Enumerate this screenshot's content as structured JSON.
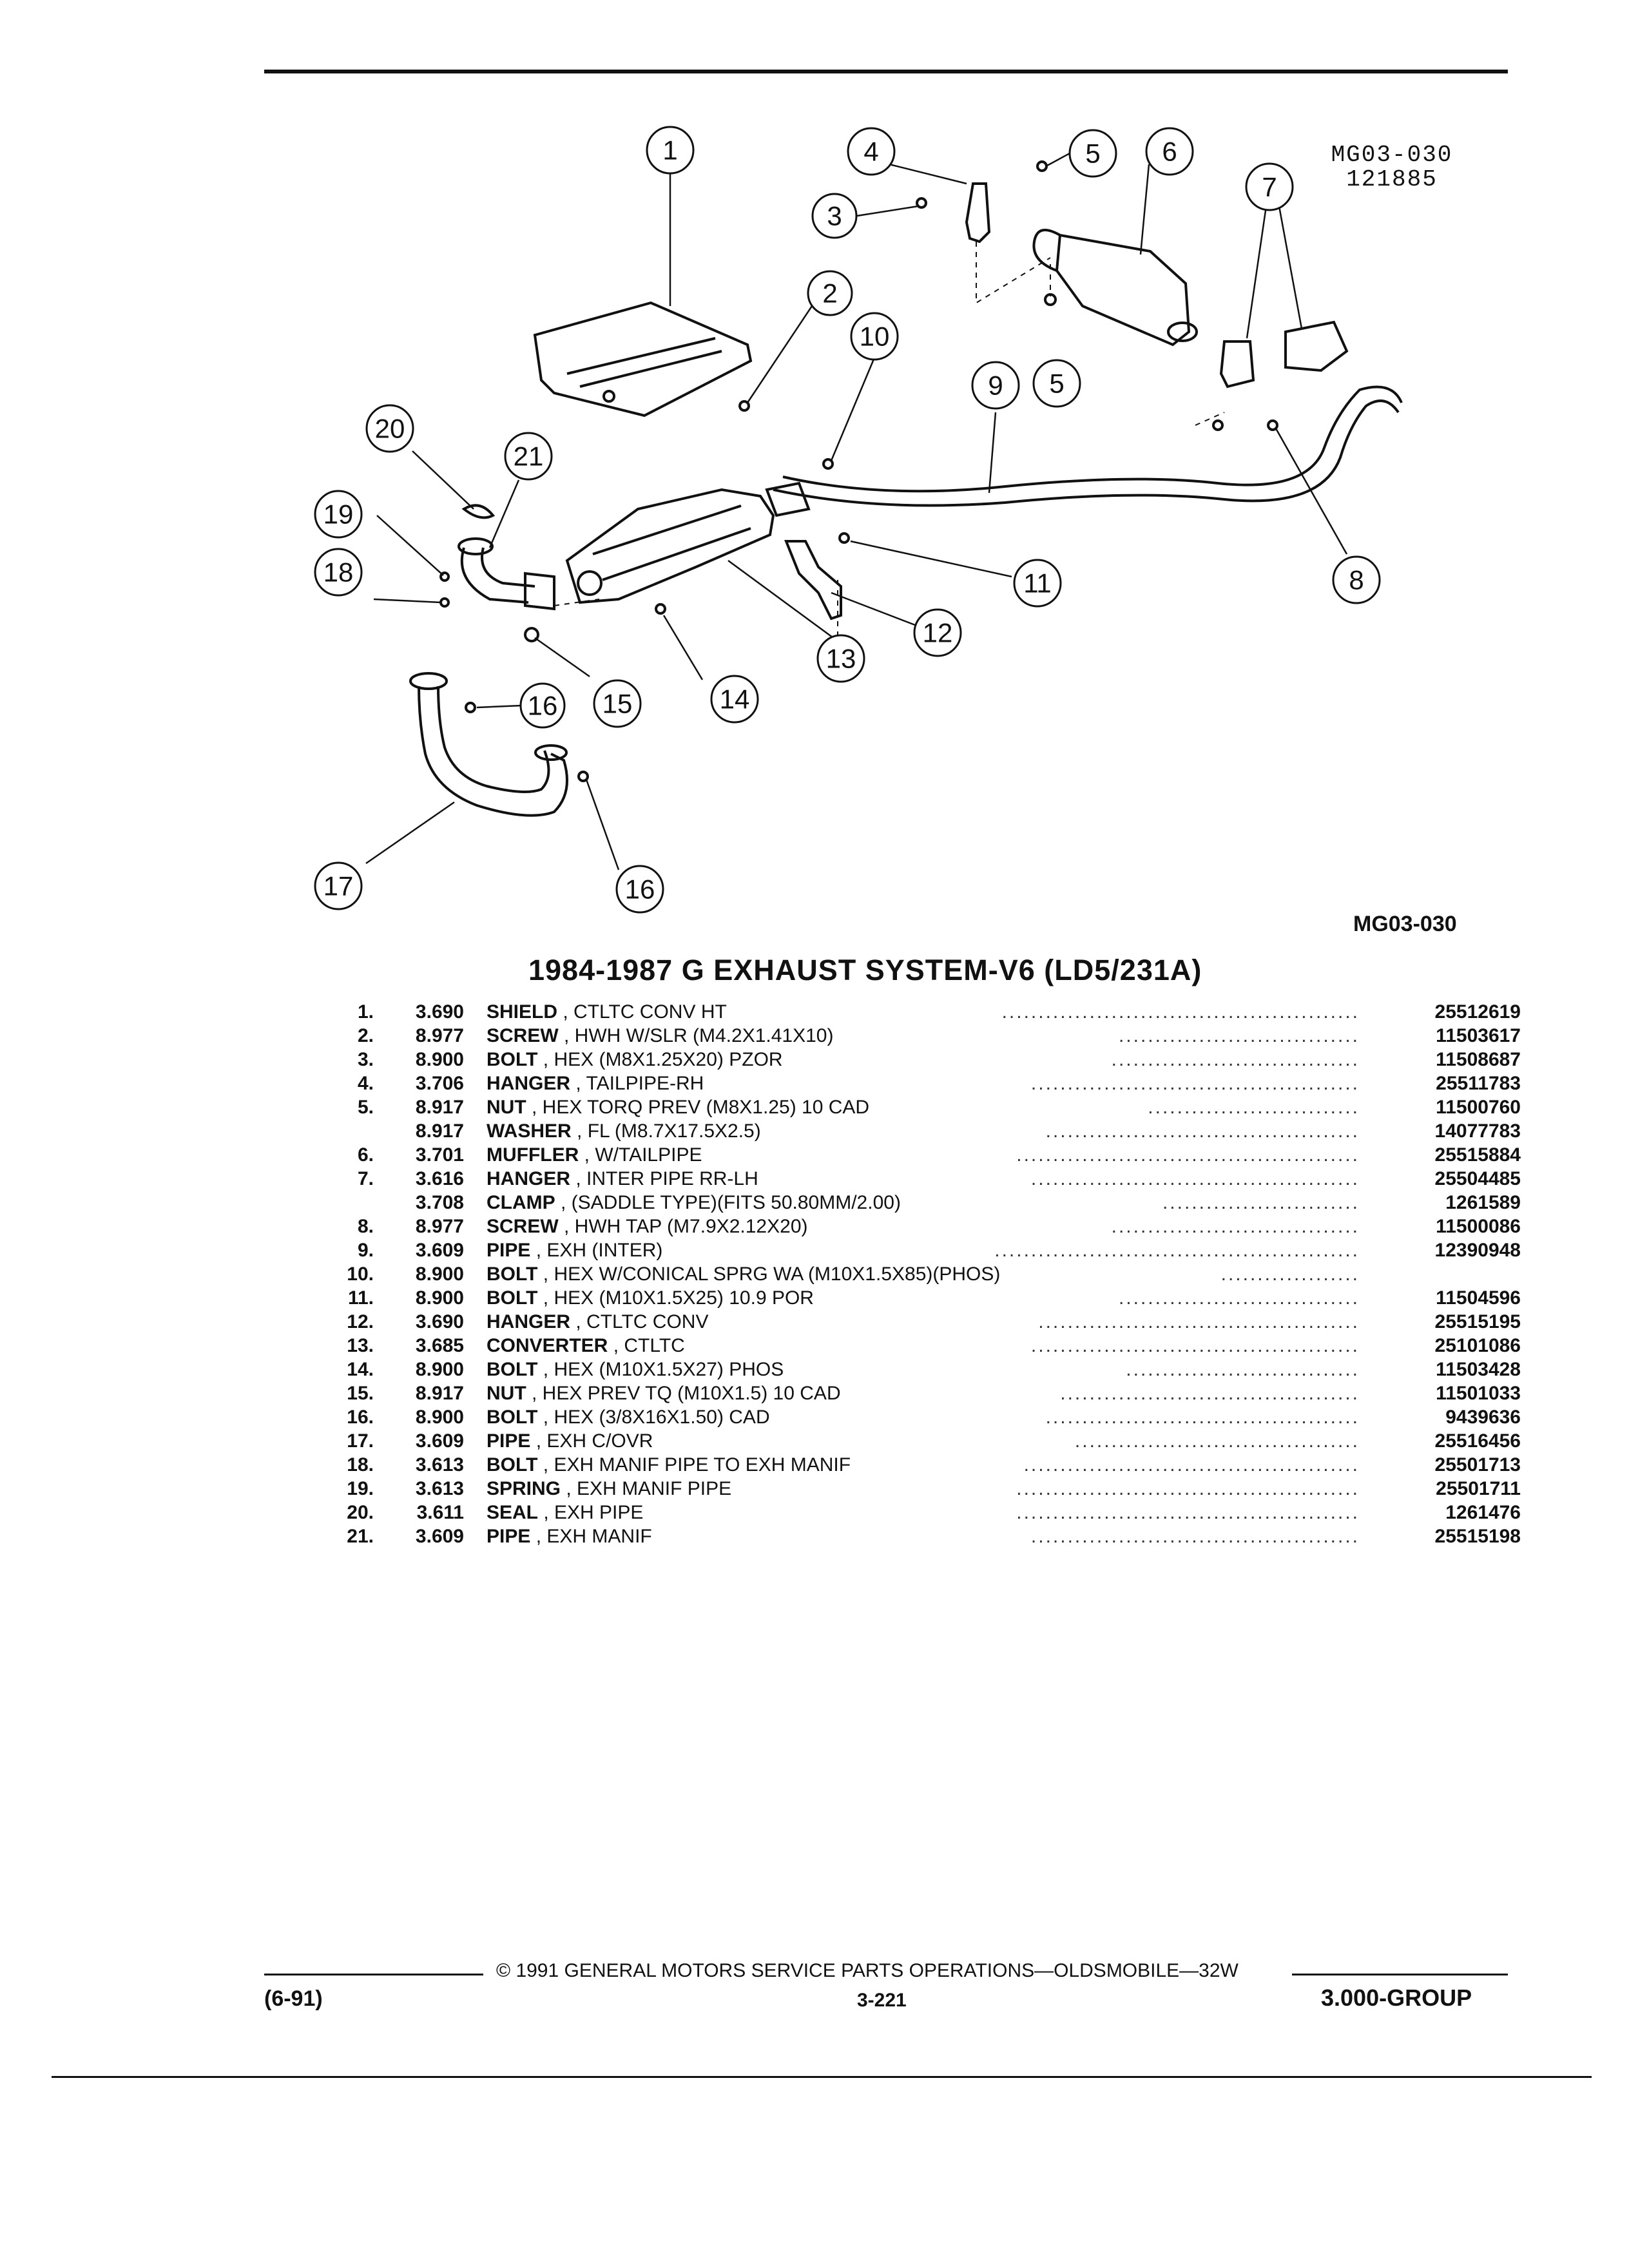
{
  "figure": {
    "code_top": "MG03-030",
    "date_code": "121885",
    "code_bottom": "MG03-030",
    "callouts": [
      "1",
      "2",
      "3",
      "4",
      "5",
      "5",
      "6",
      "7",
      "8",
      "9",
      "10",
      "11",
      "12",
      "13",
      "14",
      "15",
      "16",
      "16",
      "17",
      "18",
      "19",
      "20",
      "21"
    ]
  },
  "title": "1984-1987 G EXHAUST SYSTEM-V6 (LD5/231A)",
  "parts": [
    {
      "num": "1.",
      "group": "3.690",
      "name": "SHIELD",
      "desc": ", CTLTC CONV HT",
      "pn": "25512619"
    },
    {
      "num": "2.",
      "group": "8.977",
      "name": "SCREW",
      "desc": ", HWH W/SLR (M4.2X1.41X10)",
      "pn": "11503617"
    },
    {
      "num": "3.",
      "group": "8.900",
      "name": "BOLT",
      "desc": ", HEX (M8X1.25X20) PZOR",
      "pn": "11508687"
    },
    {
      "num": "4.",
      "group": "3.706",
      "name": "HANGER",
      "desc": ", TAILPIPE-RH",
      "pn": "25511783"
    },
    {
      "num": "5.",
      "group": "8.917",
      "name": "NUT",
      "desc": ", HEX TORQ PREV (M8X1.25) 10 CAD",
      "pn": "11500760"
    },
    {
      "num": "",
      "group": "8.917",
      "name": "WASHER",
      "desc": ", FL (M8.7X17.5X2.5)",
      "pn": "14077783"
    },
    {
      "num": "6.",
      "group": "3.701",
      "name": "MUFFLER",
      "desc": ", W/TAILPIPE",
      "pn": "25515884"
    },
    {
      "num": "7.",
      "group": "3.616",
      "name": "HANGER",
      "desc": ", INTER PIPE RR-LH",
      "pn": "25504485"
    },
    {
      "num": "",
      "group": "3.708",
      "name": "CLAMP",
      "desc": ", (SADDLE TYPE)(FITS 50.80MM/2.00)",
      "pn": "1261589"
    },
    {
      "num": "8.",
      "group": "8.977",
      "name": "SCREW",
      "desc": ", HWH TAP (M7.9X2.12X20)",
      "pn": "11500086"
    },
    {
      "num": "9.",
      "group": "3.609",
      "name": "PIPE",
      "desc": ", EXH (INTER)",
      "pn": "12390948"
    },
    {
      "num": "10.",
      "group": "8.900",
      "name": "BOLT",
      "desc": ", HEX W/CONICAL SPRG WA (M10X1.5X85)(PHOS)",
      "pn": ""
    },
    {
      "num": "11.",
      "group": "8.900",
      "name": "BOLT",
      "desc": ", HEX (M10X1.5X25) 10.9 POR",
      "pn": "11504596"
    },
    {
      "num": "12.",
      "group": "3.690",
      "name": "HANGER",
      "desc": ", CTLTC CONV",
      "pn": "25515195"
    },
    {
      "num": "13.",
      "group": "3.685",
      "name": "CONVERTER",
      "desc": ", CTLTC",
      "pn": "25101086"
    },
    {
      "num": "14.",
      "group": "8.900",
      "name": "BOLT",
      "desc": ", HEX (M10X1.5X27) PHOS",
      "pn": "11503428"
    },
    {
      "num": "15.",
      "group": "8.917",
      "name": "NUT",
      "desc": ", HEX PREV TQ (M10X1.5) 10 CAD",
      "pn": "11501033"
    },
    {
      "num": "16.",
      "group": "8.900",
      "name": "BOLT",
      "desc": ", HEX (3/8X16X1.50) CAD",
      "pn": "9439636"
    },
    {
      "num": "17.",
      "group": "3.609",
      "name": "PIPE",
      "desc": ", EXH C/OVR",
      "pn": "25516456"
    },
    {
      "num": "18.",
      "group": "3.613",
      "name": "BOLT",
      "desc": ", EXH MANIF PIPE TO EXH MANIF",
      "pn": "25501713"
    },
    {
      "num": "19.",
      "group": "3.613",
      "name": "SPRING",
      "desc": ", EXH MANIF PIPE",
      "pn": "25501711"
    },
    {
      "num": "20.",
      "group": "3.611",
      "name": "SEAL",
      "desc": ", EXH PIPE",
      "pn": "1261476"
    },
    {
      "num": "21.",
      "group": "3.609",
      "name": "PIPE",
      "desc": ", EXH MANIF",
      "pn": "25515198"
    }
  ],
  "footer": {
    "copyright": "© 1991 GENERAL MOTORS SERVICE PARTS OPERATIONS—OLDSMOBILE—32W",
    "date": "(6-91)",
    "page": "3-221",
    "group": "3.000-GROUP"
  }
}
